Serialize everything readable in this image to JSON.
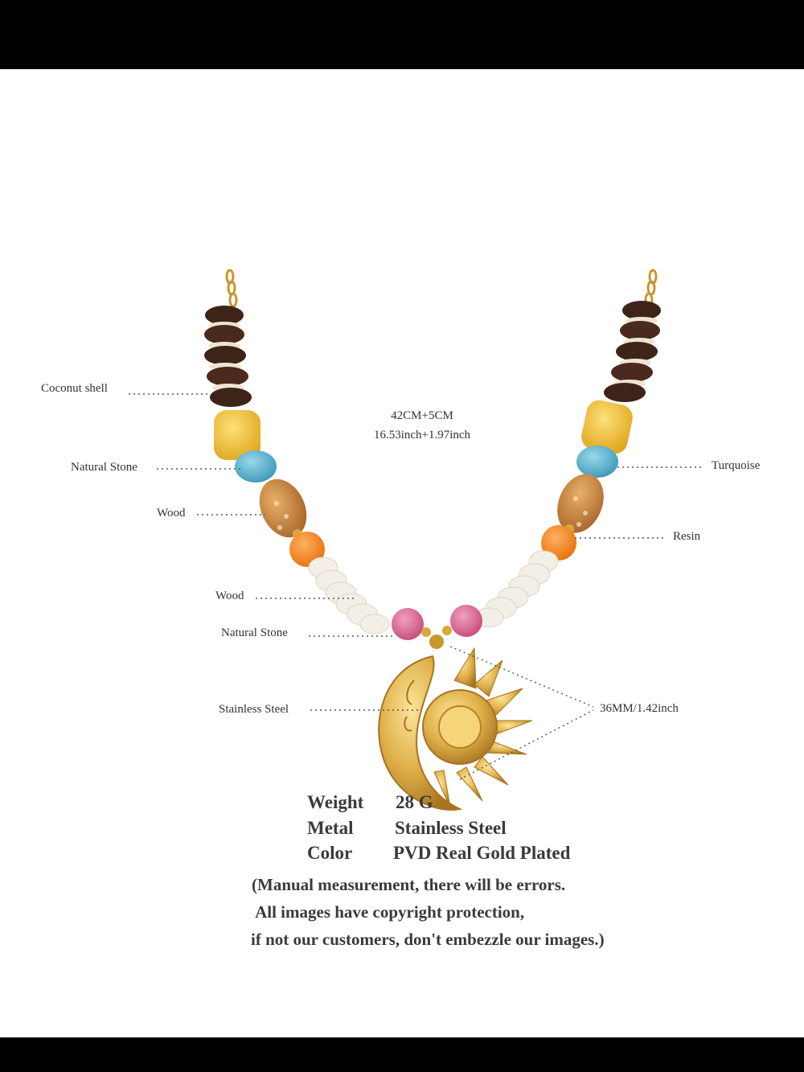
{
  "labels": {
    "coconut_shell": "Coconut shell",
    "natural_stone_left_1": "Natural Stone",
    "wood_left_1": "Wood",
    "wood_left_2": "Wood",
    "natural_stone_left_2": "Natural Stone",
    "stainless_steel": "Stainless Steel",
    "turquoise": "Turquoise",
    "resin": "Resin",
    "pendant_size": "36MM/1.42inch"
  },
  "length": {
    "cm": "42CM+5CM",
    "inch": "16.53inch+1.97inch"
  },
  "specs": [
    {
      "name": "Weight",
      "value": "28 G"
    },
    {
      "name": "Metal",
      "value": "Stainless Steel"
    },
    {
      "name": "Color",
      "value": "PVD Real Gold Plated"
    }
  ],
  "notes": [
    "(Manual measurement, there will be errors.",
    " All images have copyright protection,",
    "if not our customers, don't embezzle our images.)"
  ],
  "colors": {
    "gold": "#d9a93a",
    "coconut": "#4a2a1c",
    "yellow_stone": "#f2c43a",
    "turquoise": "#5bb6cf",
    "wood": "#c98a3e",
    "resin_orange": "#f08a1c",
    "shell_white": "#f4efe6",
    "pink_stone": "#d8638a"
  }
}
